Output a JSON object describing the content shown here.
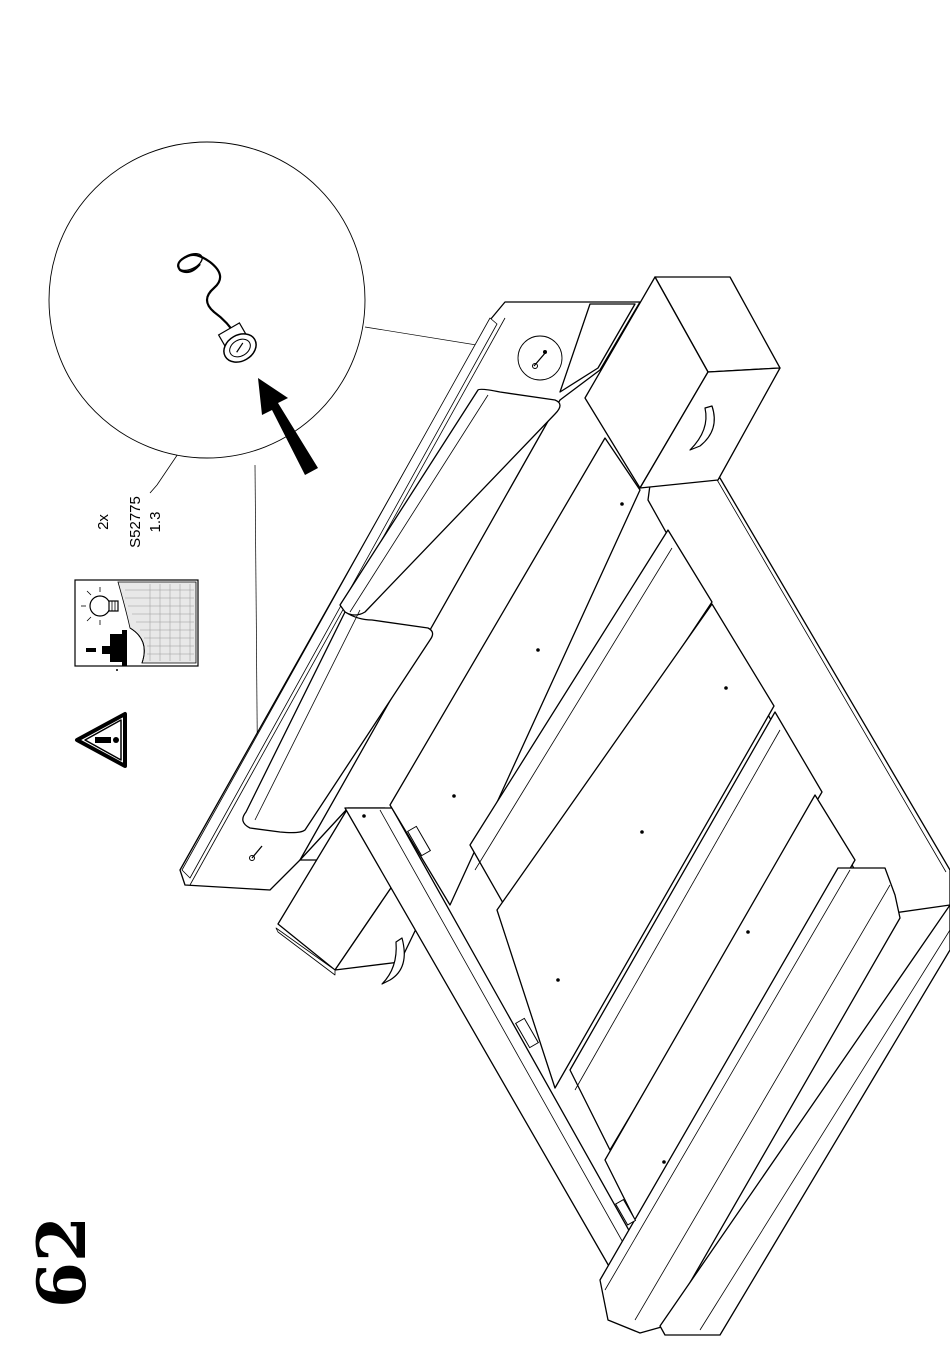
{
  "step": {
    "number": "62"
  },
  "callout": {
    "quantity": "2x",
    "part_number": "S52775",
    "reference": "1.3"
  },
  "icons": {
    "warning": "warning-triangle-icon",
    "info": "info-lightbulb-icon",
    "detail": "magnifier-detail-circle",
    "arrow": "direction-arrow-icon"
  },
  "colors": {
    "line": "#000000",
    "background": "#ffffff",
    "grid": "#888888"
  }
}
